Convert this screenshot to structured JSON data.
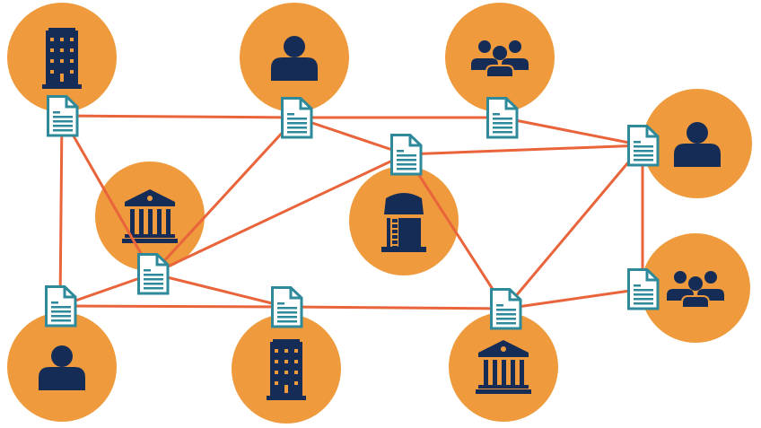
{
  "colors": {
    "circle": "#EE9A3D",
    "icon": "#152C57",
    "document_stroke": "#2E8A9A",
    "document_fill": "#FFFFFF",
    "edge": "#E9643A"
  },
  "nodes": [
    {
      "id": "n1",
      "icon": "office-building"
    },
    {
      "id": "n2",
      "icon": "person"
    },
    {
      "id": "n3",
      "icon": "group"
    },
    {
      "id": "n4",
      "icon": "person"
    },
    {
      "id": "n5",
      "icon": "bank"
    },
    {
      "id": "n6",
      "icon": "silo"
    },
    {
      "id": "n7",
      "icon": "group"
    },
    {
      "id": "n8",
      "icon": "person"
    },
    {
      "id": "n9",
      "icon": "office-building"
    },
    {
      "id": "n10",
      "icon": "bank"
    }
  ],
  "documents": [
    "A",
    "B",
    "C",
    "D",
    "E",
    "F",
    "G",
    "H",
    "I",
    "J"
  ],
  "edges": [
    [
      "A",
      "B"
    ],
    [
      "A",
      "G"
    ],
    [
      "A",
      "F"
    ],
    [
      "B",
      "C"
    ],
    [
      "B",
      "D"
    ],
    [
      "B",
      "F"
    ],
    [
      "C",
      "E"
    ],
    [
      "D",
      "E"
    ],
    [
      "D",
      "F"
    ],
    [
      "D",
      "I"
    ],
    [
      "E",
      "I"
    ],
    [
      "E",
      "J"
    ],
    [
      "F",
      "G"
    ],
    [
      "F",
      "H"
    ],
    [
      "G",
      "H"
    ],
    [
      "H",
      "I"
    ],
    [
      "I",
      "J"
    ]
  ]
}
